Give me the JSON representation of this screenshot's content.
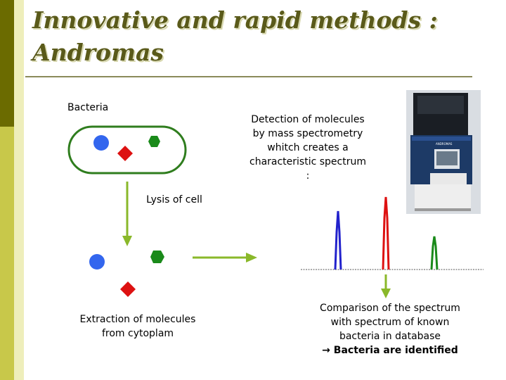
{
  "slide": {
    "title_line1": "Innovative and rapid methods :",
    "title_line2": "Andromas"
  },
  "labels": {
    "bacteria": "Bacteria",
    "detection": [
      "Detection of molecules",
      "by mass spectrometry",
      "whitch creates a",
      "characteristic spectrum",
      ":"
    ],
    "lysis": "Lysis of cell",
    "extraction": [
      "Extraction of molecules",
      "from cytoplam"
    ],
    "comparison": [
      "Comparison of the spectrum",
      "with spectrum of known",
      "bacteria in database"
    ],
    "identified": "Bacteria are identified",
    "arrow_glyph": "→"
  },
  "colors": {
    "accent_dark": "#6b6b00",
    "accent_light": "#c8c84a",
    "title": "#5a5a1a",
    "cell_outline": "#2f7d1e",
    "arrow": "#8ab82a",
    "molecule_blue": "#3366ee",
    "molecule_red": "#dd1111",
    "molecule_green": "#1a8a1a"
  },
  "instrument_image": {
    "brand_text": "ANDROMAS"
  }
}
